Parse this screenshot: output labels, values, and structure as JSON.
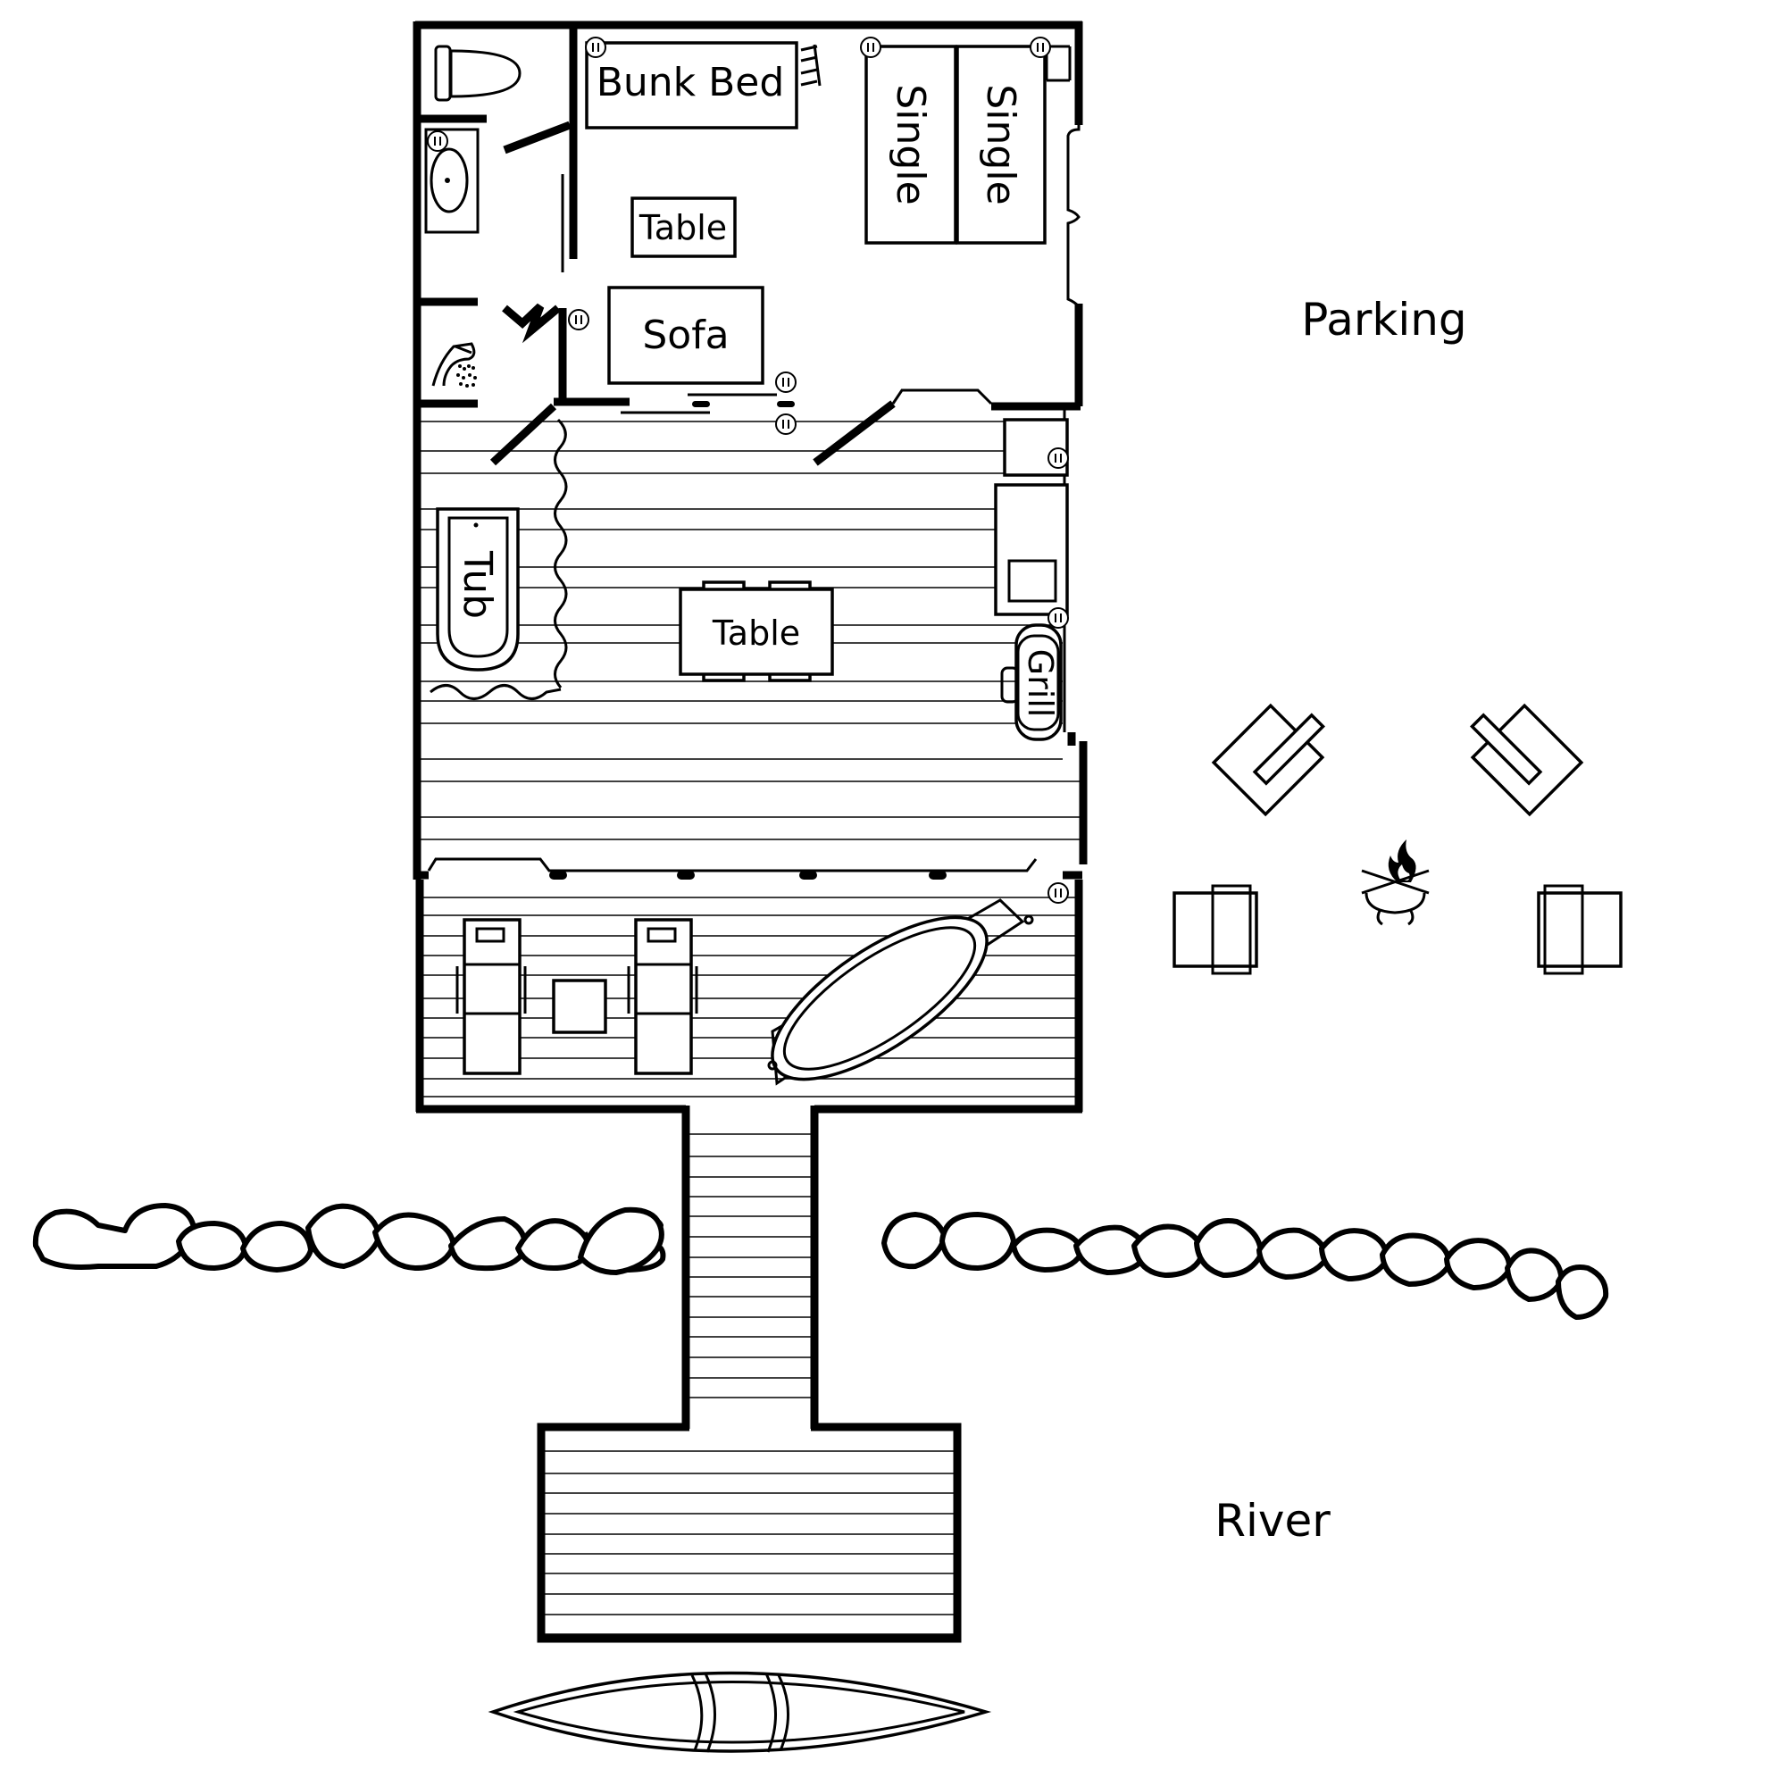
{
  "areas": {
    "parking": "Parking",
    "river": "River"
  },
  "furniture": {
    "bunk_bed": "Bunk Bed",
    "single_left": "Single",
    "single_right": "Single",
    "bedroom_table": "Table",
    "sofa": "Sofa",
    "tub": "Tub",
    "dining_table": "Table",
    "grill": "Grill"
  },
  "colors": {
    "line": "#000000",
    "background": "#ffffff"
  },
  "icons": [
    "toilet-icon",
    "sink-icon",
    "shower-icon",
    "campfire-icon",
    "outlet-icon",
    "canoe-icon",
    "paddleboard-icon"
  ]
}
